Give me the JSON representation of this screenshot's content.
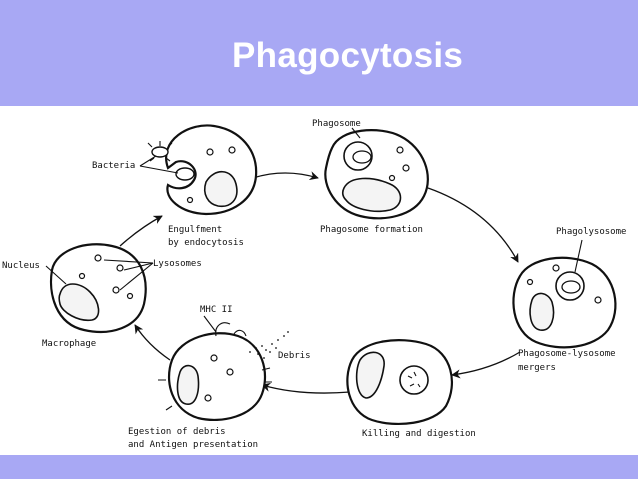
{
  "title": "Phagocytosis",
  "colors": {
    "band": "#a8a8f4",
    "title_text": "#ffffff",
    "ink": "#111111"
  },
  "labels": {
    "phagosome": "Phagosome",
    "bacteria": "Bacteria",
    "engulfment_1": "Engulfment",
    "engulfment_2": "by endocytosis",
    "phagosome_formation": "Phagosome formation",
    "phagolysosome": "Phagolysosome",
    "nucleus": "Nucleus",
    "lysosomes": "Lysosomes",
    "mhc": "MHC II",
    "debris": "Debris",
    "macrophage": "Macrophage",
    "mergers_1": "Phagosome-lysosome",
    "mergers_2": "mergers",
    "egestion_1": "Egestion of debris",
    "egestion_2": "and Antigen presentation",
    "killing": "Killing and digestion"
  }
}
